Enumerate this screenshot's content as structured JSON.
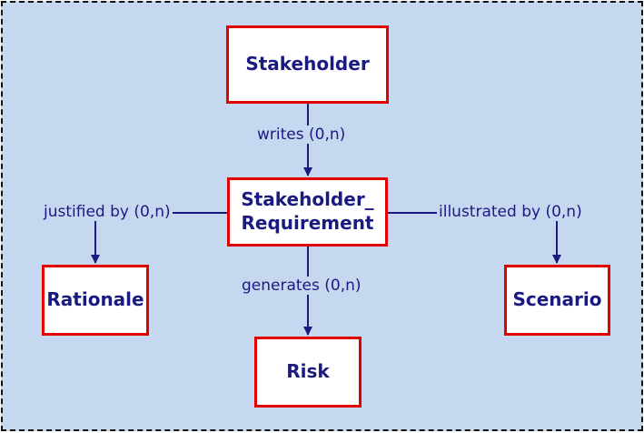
{
  "nodes": {
    "stakeholder": "Stakeholder",
    "requirement": "Stakeholder_ Requirement",
    "rationale": "Rationale",
    "scenario": "Scenario",
    "risk": "Risk"
  },
  "edges": {
    "writes": "writes (0,n)",
    "justified_by": "justified by (0,n)",
    "illustrated_by": "illustrated by (0,n)",
    "generates": "generates (0,n)"
  },
  "colors": {
    "background": "#c6d8f0",
    "node_border": "#e00000",
    "text": "#1a1a80",
    "edge": "#1a1a80"
  }
}
